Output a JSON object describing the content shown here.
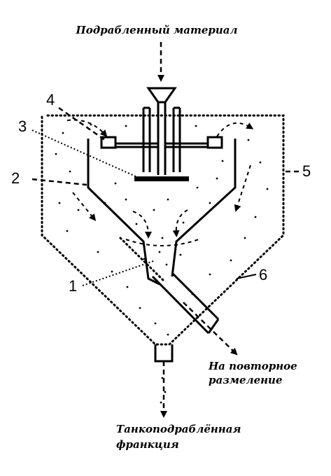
{
  "labels": {
    "top_input": "Подрабленный материал",
    "regrind_line1": "На повторное",
    "regrind_line2": "размеление",
    "fine_line1": "Танкоподраблённая",
    "fine_line2": "франкция"
  },
  "callouts": [
    "1",
    "2",
    "3",
    "4",
    "5",
    "6"
  ]
}
